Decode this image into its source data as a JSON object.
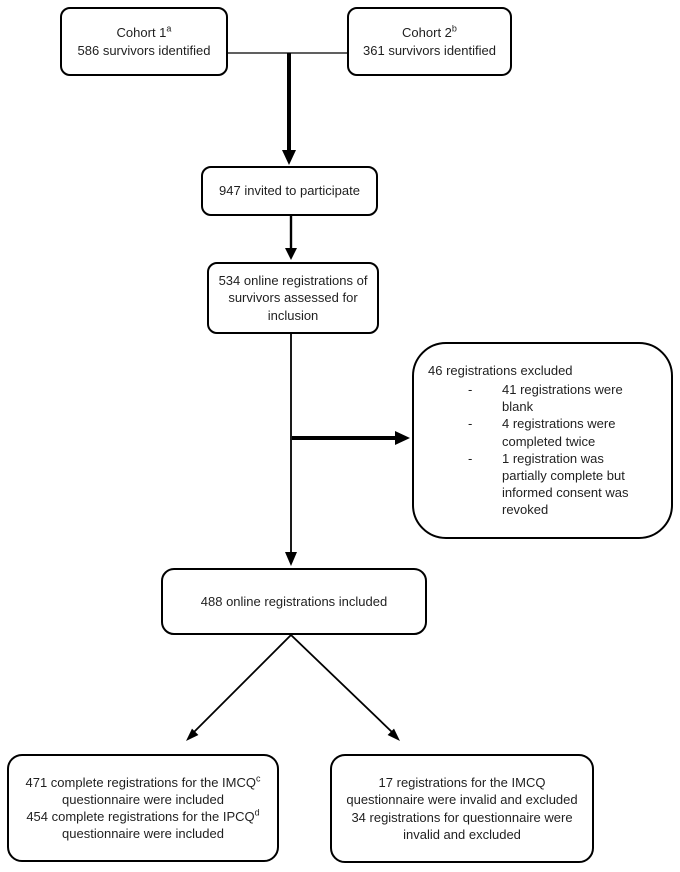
{
  "colors": {
    "background": "#ffffff",
    "line": "#000000",
    "border": "#000000",
    "text": "#1f1f1f"
  },
  "boxes": {
    "cohort1": {
      "title": "Cohort 1",
      "title_sup": "a",
      "line2": "586 survivors identified"
    },
    "cohort2": {
      "title": "Cohort 2",
      "title_sup": "b",
      "line2": "361 survivors identified"
    },
    "invited": {
      "text": "947 invited to participate"
    },
    "assessed": {
      "text": "534 online registrations of survivors assessed for inclusion"
    },
    "excluded": {
      "title": "46 registrations excluded",
      "bullet": "-",
      "items": [
        "41 registrations were blank",
        "4 registrations were completed twice",
        "1 registration was partially complete but informed consent was revoked"
      ]
    },
    "included": {
      "text": "488 online registrations included"
    },
    "complete": {
      "line1": "471 complete registrations for the IMCQ",
      "line1_sup": "c",
      "line2": "questionnaire were included",
      "line3": "454 complete registrations for the IPCQ",
      "line3_sup": "d",
      "line4": "questionnaire were included"
    },
    "invalid": {
      "line1": "17 registrations for the IMCQ",
      "line2": "questionnaire were invalid and excluded",
      "line3": "34 registrations for questionnaire were",
      "line4": "invalid and excluded"
    }
  }
}
